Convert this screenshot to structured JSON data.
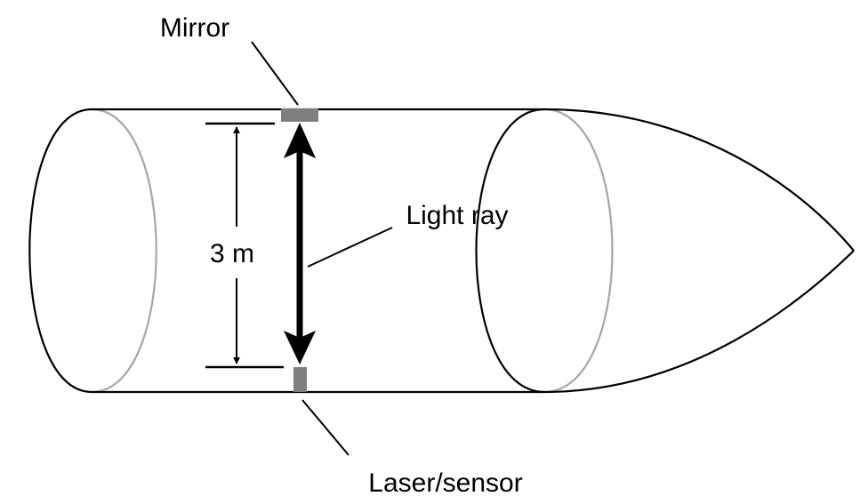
{
  "labels": {
    "mirror": "Mirror",
    "light_ray": "Light ray",
    "distance": "3 m",
    "laser_sensor": "Laser/sensor"
  },
  "colors": {
    "outline": "#000000",
    "hidden_edge": "#a6a6a6",
    "component": "#7f7f7f",
    "background": "#ffffff"
  }
}
